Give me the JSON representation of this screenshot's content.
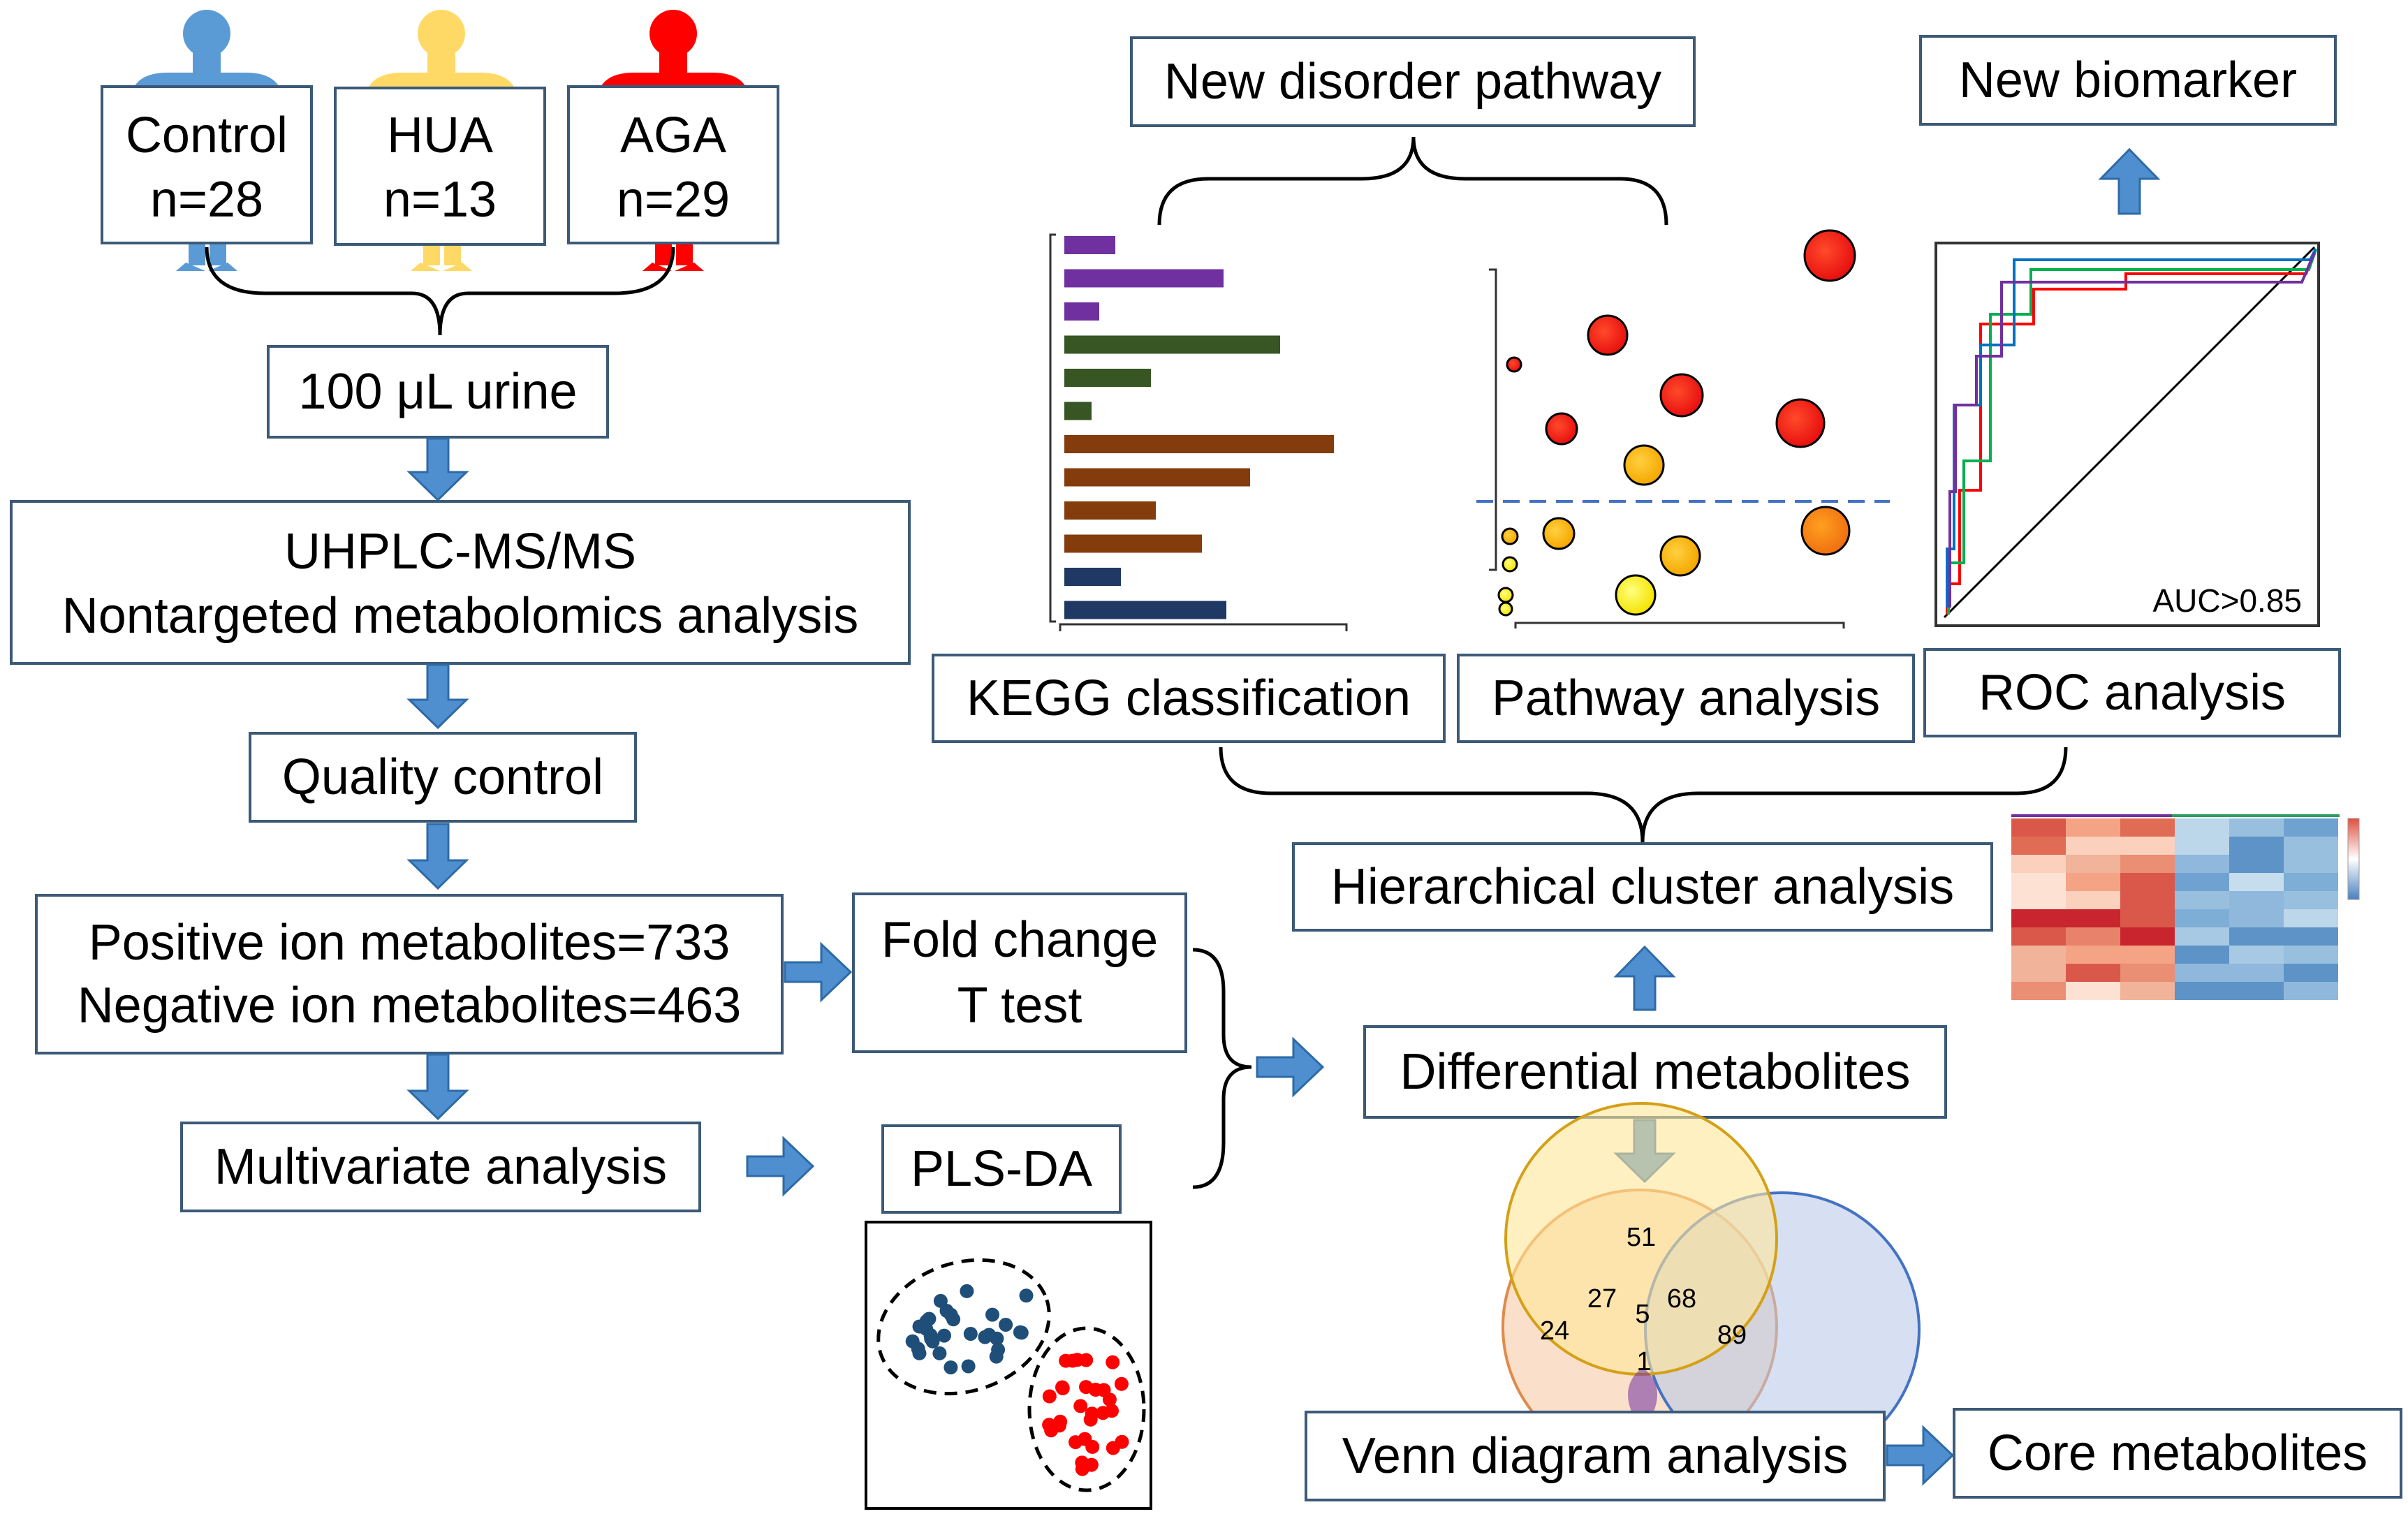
{
  "groups": [
    {
      "name": "Control",
      "n": "n=28",
      "color": "#5b9bd5"
    },
    {
      "name": "HUA",
      "n": "n=13",
      "color": "#ffd966"
    },
    {
      "name": "AGA",
      "n": "n=29",
      "color": "#ff0000"
    }
  ],
  "steps": {
    "urine": "100 μL urine",
    "uhplc_line1": "UHPLC-MS/MS",
    "uhplc_line2": "Nontargeted metabolomics analysis",
    "qc": "Quality control",
    "positive": "Positive ion metabolites=733",
    "negative": "Negative ion metabolites=463",
    "multivariate": "Multivariate analysis",
    "fold_change": "Fold change",
    "t_test": "T test",
    "plsda": "PLS-DA",
    "differential": "Differential metabolites",
    "hierarchical": "Hierarchical cluster analysis",
    "venn": "Venn diagram analysis",
    "core": "Core metabolites",
    "kegg": "KEGG classification",
    "pathway": "Pathway analysis",
    "roc": "ROC analysis",
    "new_pathway": "New disorder pathway",
    "new_biomarker": "New biomarker"
  },
  "roc_label": "AUC>0.85",
  "venn_counts": {
    "top_only": "51",
    "left_only": "24",
    "right_only": "89",
    "top_left": "27",
    "top_right": "68",
    "all_three": "5",
    "left_right": "1"
  },
  "colors": {
    "arrow": "#4f8fd0",
    "box_border": "#3c5a78",
    "kegg_purple": "#7030a0",
    "kegg_green": "#375623",
    "kegg_brown": "#843c0c",
    "kegg_navy": "#1f3864",
    "pls_blue": "#1f4e79",
    "pls_red": "#ff0000"
  },
  "kegg_bars": [
    {
      "value": 0.19,
      "color": "#7030a0"
    },
    {
      "value": 0.59,
      "color": "#7030a0"
    },
    {
      "value": 0.13,
      "color": "#7030a0"
    },
    {
      "value": 0.8,
      "color": "#375623"
    },
    {
      "value": 0.32,
      "color": "#375623"
    },
    {
      "value": 0.1,
      "color": "#375623"
    },
    {
      "value": 1.0,
      "color": "#843c0c"
    },
    {
      "value": 0.69,
      "color": "#843c0c"
    },
    {
      "value": 0.34,
      "color": "#843c0c"
    },
    {
      "value": 0.51,
      "color": "#843c0c"
    },
    {
      "value": 0.21,
      "color": "#1f3864"
    },
    {
      "value": 0.6,
      "color": "#1f3864"
    }
  ]
}
